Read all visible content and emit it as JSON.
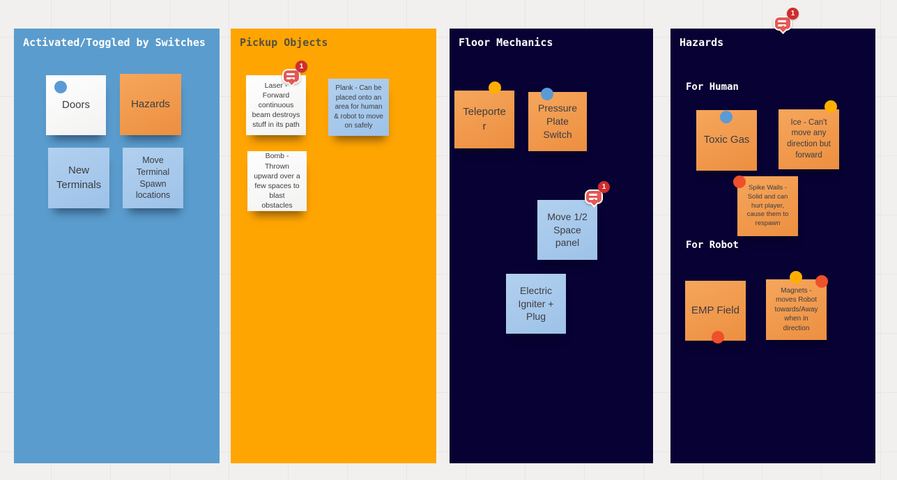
{
  "palette": {
    "board_background": "#f1f0ee",
    "grid_line": "#e7e6e3",
    "frame_blue": "#5a9ccd",
    "frame_orange": "#ffa502",
    "frame_navy": "#070233",
    "note_white": "#f7f7f6",
    "note_blue": "#a6c8ec",
    "note_orange": "#f0994d",
    "dot_blue": "#5b9bd5",
    "dot_yellow": "#ffae03",
    "dot_red": "#f04f2b",
    "comment_bubble_red": "#e45956",
    "comment_count_red": "#cf2d2d",
    "note_text": "#3c3c41"
  },
  "icons": {
    "comment-indicator": "red speech-bubble with two lines and unread count",
    "tag-dot": "small colored circle marker on sticky note"
  },
  "panels": [
    {
      "title": "Activated/Toggled by Switches",
      "notes": [
        {
          "text": "Doors",
          "color": "white",
          "dots": [
            "blue"
          ]
        },
        {
          "text": "Hazards",
          "color": "orange"
        },
        {
          "text": "New Terminals",
          "color": "blue"
        },
        {
          "text": "Move Terminal Spawn locations",
          "color": "blue"
        }
      ]
    },
    {
      "title": "Pickup Objects",
      "notes": [
        {
          "text": "Laser - Forward continuous beam destroys stuff in its path",
          "color": "white",
          "comment_count": "1"
        },
        {
          "text": "Plank - Can be placed onto an area for human & robot to move on safely",
          "color": "blue"
        },
        {
          "text": "Bomb - Thrown upward over a few spaces to blast obstacles",
          "color": "white"
        }
      ]
    },
    {
      "title": "Floor Mechanics",
      "notes": [
        {
          "text": "Teleporter",
          "color": "orange",
          "dots": [
            "yellow"
          ]
        },
        {
          "text": "Pressure Plate Switch",
          "color": "orange",
          "dots": [
            "blue"
          ]
        },
        {
          "text": "Move 1/2 Space panel",
          "color": "blue",
          "comment_count": "1"
        },
        {
          "text": "Electric Igniter + Plug",
          "color": "blue"
        }
      ]
    },
    {
      "title": "Hazards",
      "comment_count": "1",
      "subheadings": [
        "For Human",
        "For Robot"
      ],
      "notes": [
        {
          "text": "Toxic Gas",
          "color": "orange",
          "dots": [
            "blue"
          ]
        },
        {
          "text": "Ice - Can't move any direction but forward",
          "color": "orange",
          "dots": [
            "yellow"
          ]
        },
        {
          "text": "Spike Walls - Solid and can hurt player, cause them to respawn",
          "color": "orange",
          "dots": [
            "red"
          ]
        },
        {
          "text": "EMP Field",
          "color": "orange",
          "dots": [
            "red"
          ]
        },
        {
          "text": "Magnets - moves Robot towards/Away when in direction",
          "color": "orange",
          "dots": [
            "yellow",
            "red"
          ]
        }
      ]
    }
  ]
}
